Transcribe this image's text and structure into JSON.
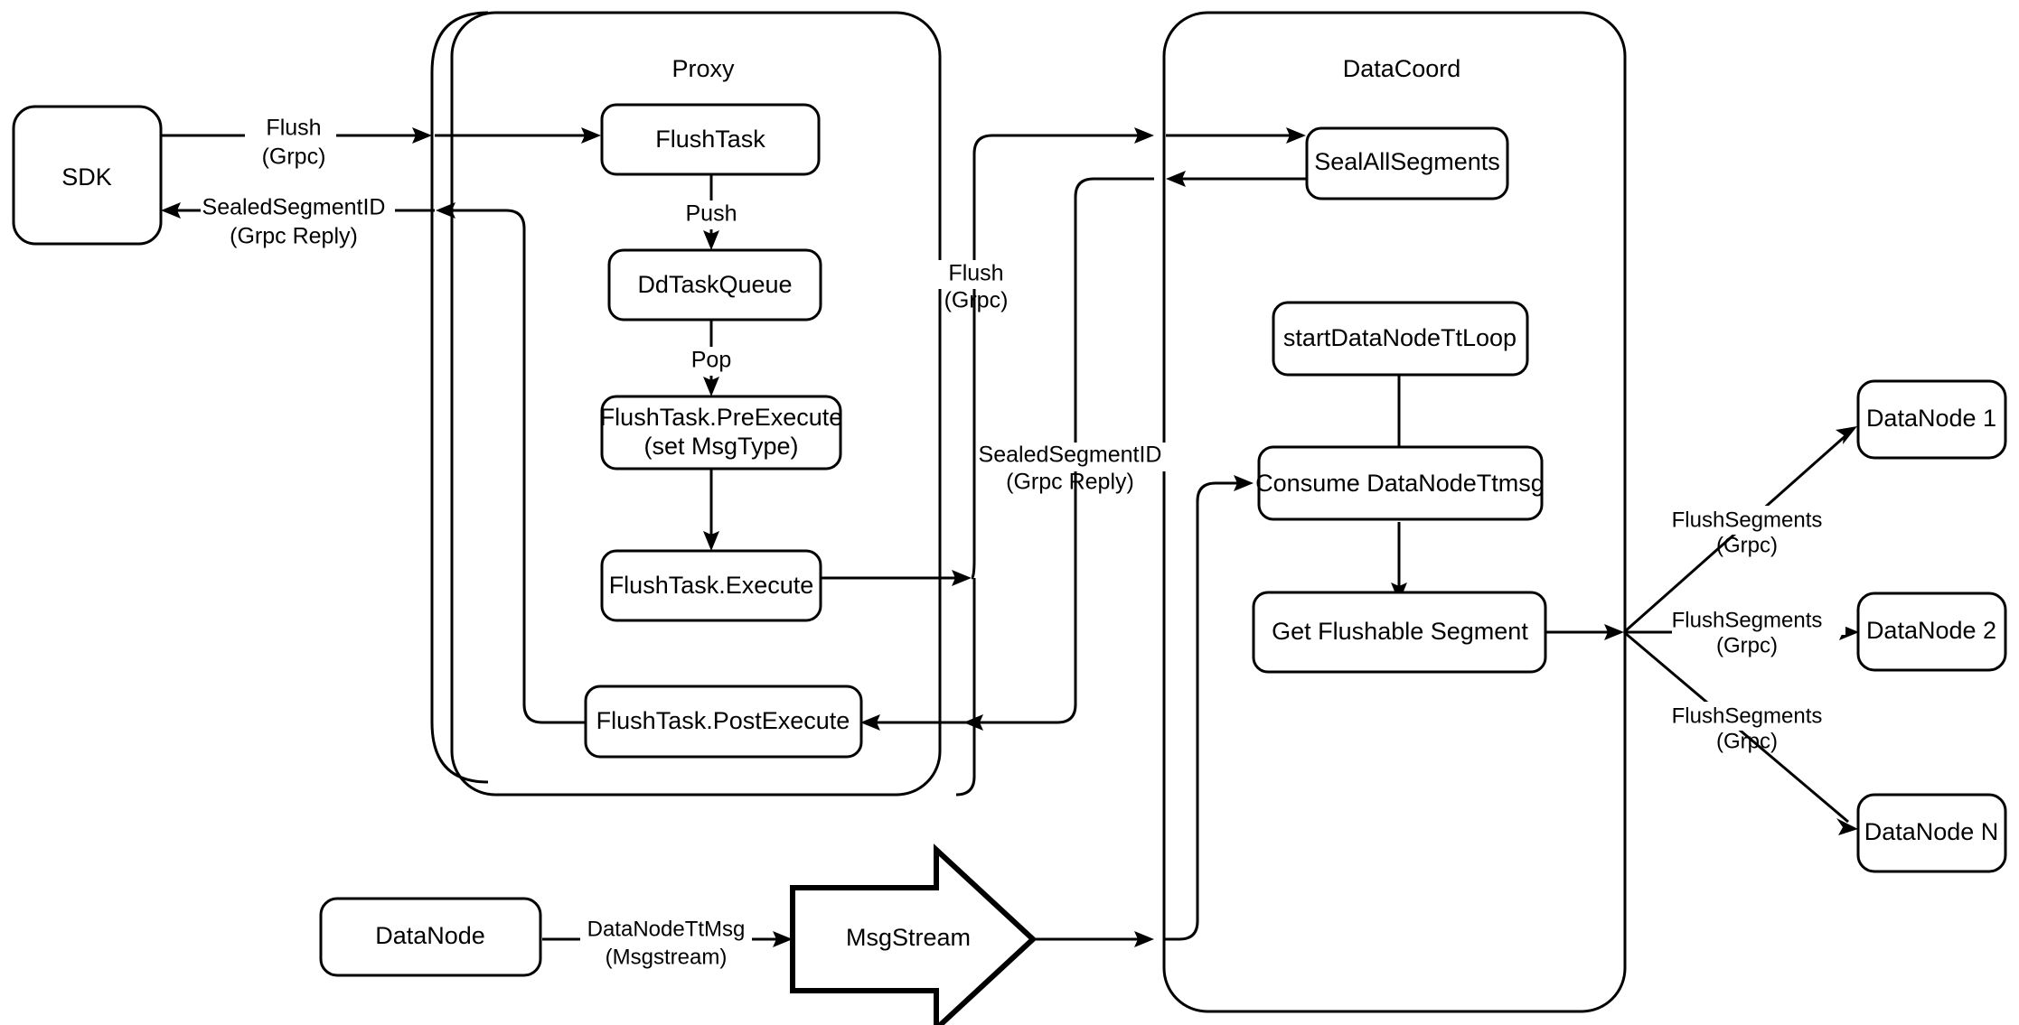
{
  "diagram": {
    "title": "Milvus Flush Sequence Architecture",
    "type": "flow-architecture",
    "background_color": "#ffffff",
    "stroke_color": "#000000"
  },
  "containers": [
    {
      "id": "proxy",
      "label": "Proxy"
    },
    {
      "id": "datacoord",
      "label": "DataCoord"
    }
  ],
  "nodes": {
    "sdk": "SDK",
    "flush_task": "FlushTask",
    "dd_task_queue": "DdTaskQueue",
    "flush_task_preexecute_line1": "FlushTask.PreExecute",
    "flush_task_preexecute_line2": "(set MsgType)",
    "flush_task_execute": "FlushTask.Execute",
    "flush_task_postexecute": "FlushTask.PostExecute",
    "seal_all_segments": "SealAllSegments",
    "start_datanode_tt_loop": "startDataNodeTtLoop",
    "consume_datanode_ttmsg": "Consume DataNodeTtmsg",
    "get_flushable_segment": "Get Flushable Segment",
    "datanode_1": "DataNode 1",
    "datanode_2": "DataNode 2",
    "datanode_n": "DataNode N",
    "datanode_source": "DataNode",
    "msgstream": "MsgStream"
  },
  "edge_labels": {
    "sdk_to_proxy_line1": "Flush",
    "sdk_to_proxy_line2": "(Grpc)",
    "proxy_to_sdk_line1": "SealedSegmentID",
    "proxy_to_sdk_line2": "(Grpc Reply)",
    "flush_task_push": "Push",
    "dd_task_queue_pop": "Pop",
    "proxy_to_datacoord_line1": "Flush",
    "proxy_to_datacoord_line2": "(Grpc)",
    "datacoord_to_proxy_line1": "SealedSegmentID",
    "datacoord_to_proxy_line2": "(Grpc Reply)",
    "flush_segments_1_line1": "FlushSegments",
    "flush_segments_1_line2": "(Grpc)",
    "flush_segments_2_line1": "FlushSegments",
    "flush_segments_2_line2": "(Grpc)",
    "flush_segments_n_line1": "FlushSegments",
    "flush_segments_n_line2": "(Grpc)",
    "datanode_ttmsg_line1": "DataNodeTtMsg",
    "datanode_ttmsg_line2": "(Msgstream)"
  }
}
